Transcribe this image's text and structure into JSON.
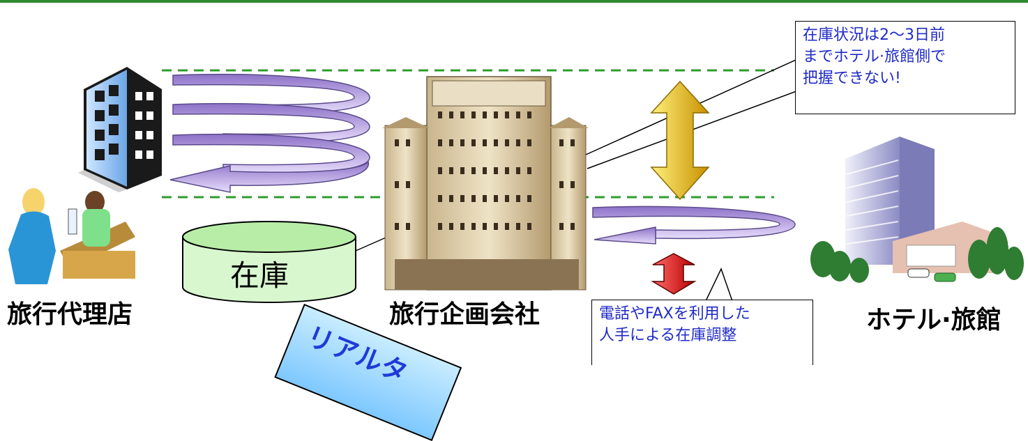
{
  "labels": {
    "travel_agency": "旅行代理店",
    "tour_planner": "旅行企画会社",
    "hotel": "ホテル·旅館",
    "inventory": "在庫",
    "realtime_banner": "リアルタ"
  },
  "callouts": {
    "top_right": [
      "在庫状況は2～3日前",
      "までホテル·旅館側で",
      "把握できない!"
    ],
    "bottom": [
      "電話やFAXを利用した",
      "人手による在庫調整"
    ]
  },
  "colors": {
    "top_line": "#2f8a2f",
    "dashed_line": "#2b9e2b",
    "spiral_arrow": "#a58fd6",
    "gold_arrow": "#e6b400",
    "red_arrow": "#e00000",
    "callout_text": "#1f2ac8",
    "db_fill": "#d8f7cf"
  },
  "icons": [
    "office-building-icon",
    "clerks-at-counter-icon",
    "tall-building-icon",
    "hotel-complex-icon"
  ]
}
